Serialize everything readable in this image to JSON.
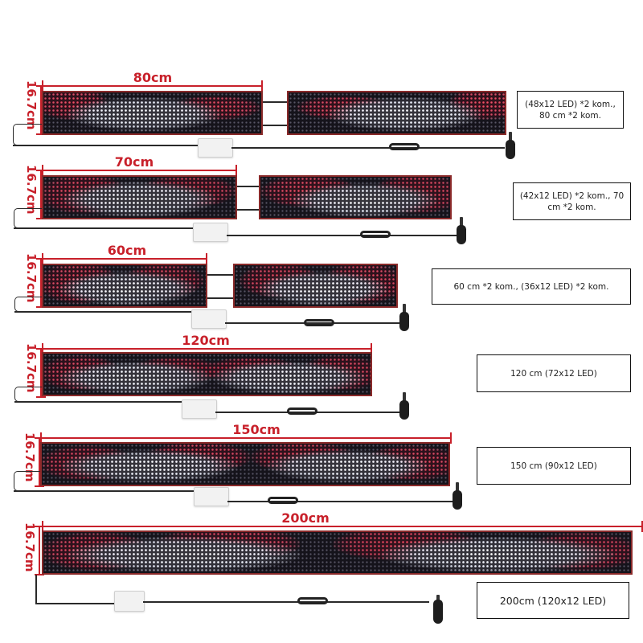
{
  "rows": [
    {
      "id": "80cm",
      "width_label": "80cm",
      "height_label": "16.7cm",
      "panel_count": 2,
      "description": "(48x12 LED) *2 kom., 80 cm *2 kom."
    },
    {
      "id": "70cm",
      "width_label": "70cm",
      "height_label": "16.7cm",
      "panel_count": 2,
      "description": "(42x12 LED) *2 kom., 70 cm *2 kom."
    },
    {
      "id": "60cm",
      "width_label": "60cm",
      "height_label": "16.7cm",
      "panel_count": 2,
      "description": "60 cm *2 kom., (36x12 LED) *2 kom."
    },
    {
      "id": "120cm",
      "width_label": "120cm",
      "height_label": "16.7cm",
      "panel_count": 1,
      "description": "120 cm (72x12 LED)"
    },
    {
      "id": "150cm",
      "width_label": "150cm",
      "height_label": "16.7cm",
      "panel_count": 1,
      "description": "150 cm (90x12 LED)"
    },
    {
      "id": "200cm",
      "width_label": "200cm",
      "height_label": "16.7cm",
      "panel_count": 1,
      "description": "200cm (120x12 LED)"
    }
  ],
  "colors": {
    "dimension_red": "#c8202a",
    "panel_border": "#8a2a2a",
    "panel_background": "#1c1a22",
    "led_red": "#eb1e32",
    "led_white": "#ffffff",
    "cable": "#2a2a2a"
  },
  "icons": {
    "led_panel": "led-matrix-panel",
    "controller": "controller-box",
    "cable_coil": "cable-coil",
    "car_plug": "car-cigarette-plug"
  }
}
